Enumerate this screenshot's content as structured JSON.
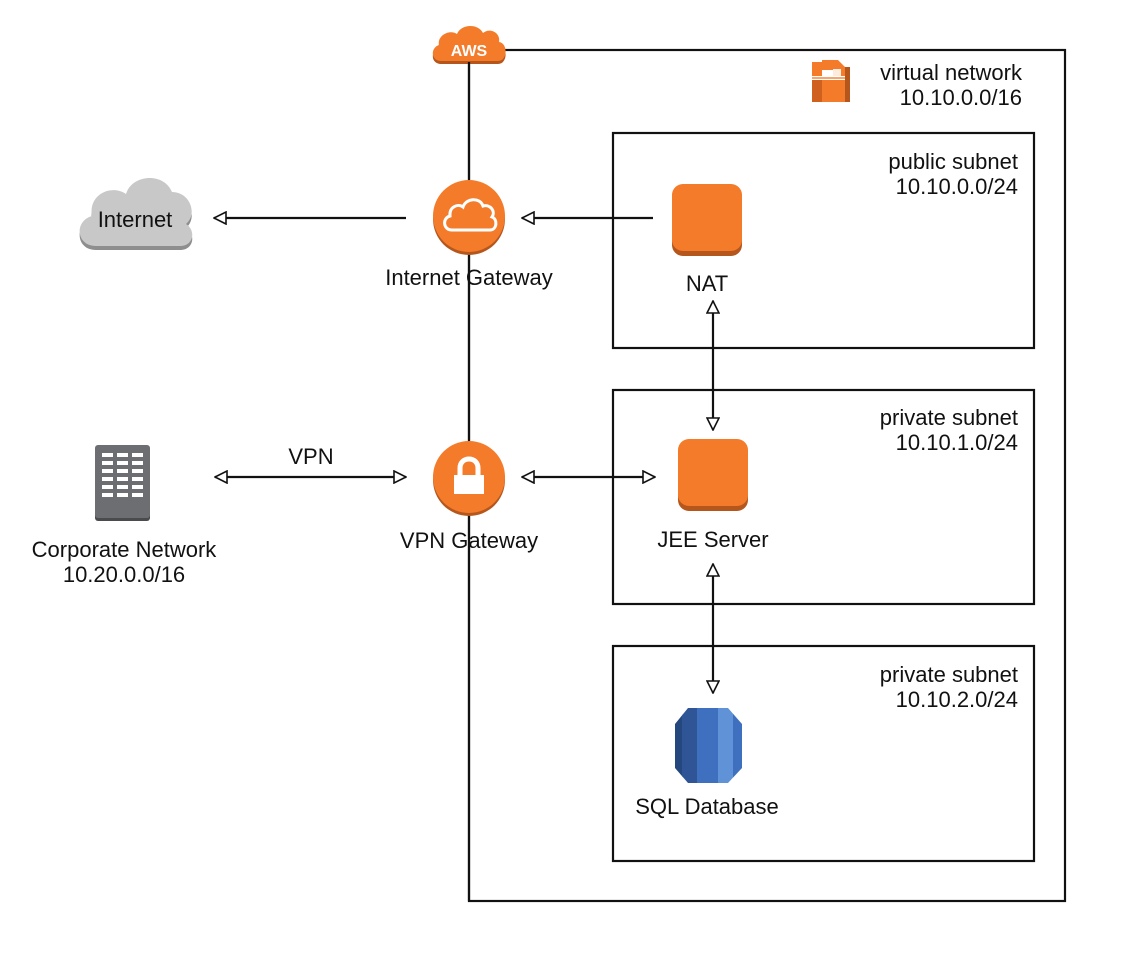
{
  "diagram": {
    "aws_badge": {
      "label": "AWS",
      "color": "#F47B2A"
    },
    "vpc": {
      "title": "virtual network",
      "cidr": "10.10.0.0/16"
    },
    "subnets": [
      {
        "id": "public",
        "title": "public subnet",
        "cidr": "10.10.0.0/24"
      },
      {
        "id": "private-app",
        "title": "private subnet",
        "cidr": "10.10.1.0/24"
      },
      {
        "id": "private-db",
        "title": "private subnet",
        "cidr": "10.10.2.0/24"
      }
    ],
    "nodes": {
      "internet": {
        "label": "Internet",
        "icon": "cloud-icon",
        "color": "#C8C8C8"
      },
      "internet_gateway": {
        "label": "Internet Gateway",
        "icon": "cloud-icon",
        "color": "#F47B2A"
      },
      "vpn_gateway": {
        "label": "VPN Gateway",
        "icon": "lock-icon",
        "color": "#F47B2A"
      },
      "corporate_network": {
        "label": "Corporate Network",
        "cidr": "10.20.0.0/16",
        "icon": "building-icon",
        "color": "#6D6E71"
      },
      "nat": {
        "label": "NAT",
        "icon": "instance-icon",
        "color": "#F47B2A"
      },
      "jee_server": {
        "label": "JEE Server",
        "icon": "instance-icon",
        "color": "#F47B2A"
      },
      "sql_database": {
        "label": "SQL Database",
        "icon": "database-icon",
        "color": "#3F6FBF"
      }
    },
    "edges": [
      {
        "from": "nat",
        "to": "internet_gateway",
        "direction": "one-way"
      },
      {
        "from": "internet_gateway",
        "to": "internet",
        "direction": "one-way"
      },
      {
        "from": "corporate_network",
        "to": "vpn_gateway",
        "direction": "two-way",
        "label": "VPN"
      },
      {
        "from": "vpn_gateway",
        "to": "jee_server",
        "direction": "two-way"
      },
      {
        "from": "nat",
        "to": "jee_server",
        "direction": "two-way"
      },
      {
        "from": "jee_server",
        "to": "sql_database",
        "direction": "two-way"
      }
    ]
  }
}
